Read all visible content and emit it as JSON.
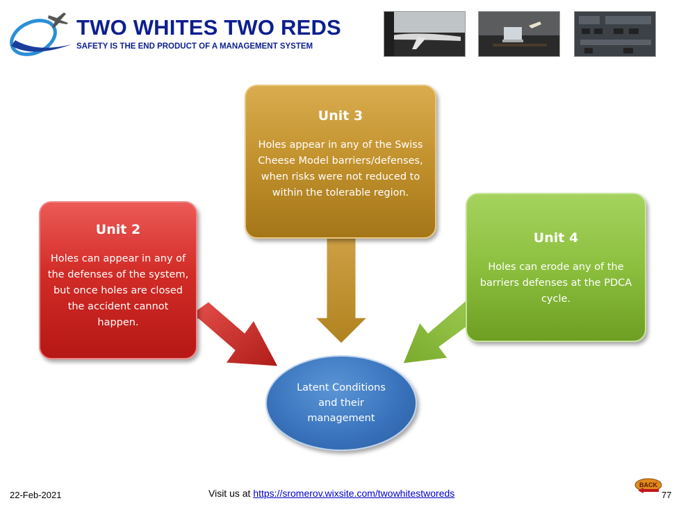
{
  "header": {
    "title": "TWO WHITES TWO REDS",
    "subtitle": "SAFETY IS THE END PRODUCT OF A MANAGEMENT SYSTEM",
    "logo_icon": "airplane-swoosh-logo-icon",
    "photos": [
      "airplane-at-gate-photo",
      "laptop-desk-photo",
      "cockpit-panel-photo"
    ]
  },
  "units": {
    "unit2": {
      "title": "Unit 2",
      "text": "Holes can appear in any of the defenses of the system, but once holes are closed the accident cannot happen.",
      "color": "#d22c27"
    },
    "unit3": {
      "title": "Unit 3",
      "text": "Holes appear in any of the Swiss Cheese Model barriers/defenses, when risks were not reduced to within the tolerable region.",
      "color": "#c1912d"
    },
    "unit4": {
      "title": "Unit 4",
      "text": "Holes can erode any of the barriers defenses at the PDCA cycle.",
      "color": "#8cbf3e"
    }
  },
  "center": {
    "text": "Latent Conditions and their management",
    "color": "#3a74bd"
  },
  "footer": {
    "date": "22-Feb-2021",
    "visit_prefix": "Visit us at ",
    "link_text": "https://sromerov.wixsite.com/twowhitestworeds",
    "back_label": "BACK",
    "page_number": "77"
  }
}
